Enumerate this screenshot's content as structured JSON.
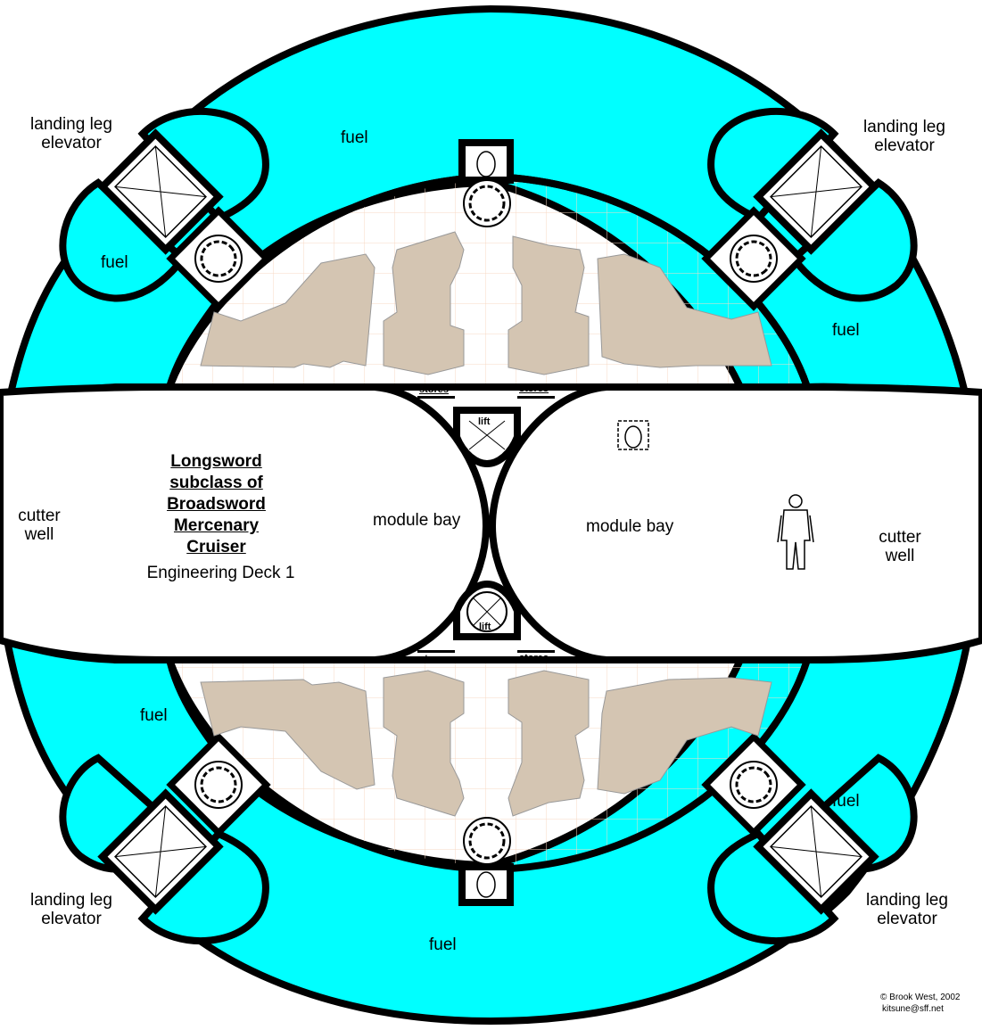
{
  "title_lines": [
    "Longsword",
    "subclass of",
    "Broadsword",
    "Mercenary",
    "Cruiser"
  ],
  "subtitle": "Engineering Deck 1",
  "labels": {
    "fuel": "fuel",
    "landing_leg_line1": "landing leg",
    "landing_leg_line2": "elevator",
    "cutter_line1": "cutter",
    "cutter_line2": "well",
    "module_bay": "module bay",
    "stores": "stores",
    "lift": "lift"
  },
  "credit": {
    "line1": "© Brook West, 2002",
    "line2": "kitsune@sff.net"
  },
  "colors": {
    "fuel": "#00ffff",
    "machinery": "#d4c5b2",
    "grid": "#f7d8c4",
    "wall": "#000000",
    "floor": "#ffffff"
  }
}
